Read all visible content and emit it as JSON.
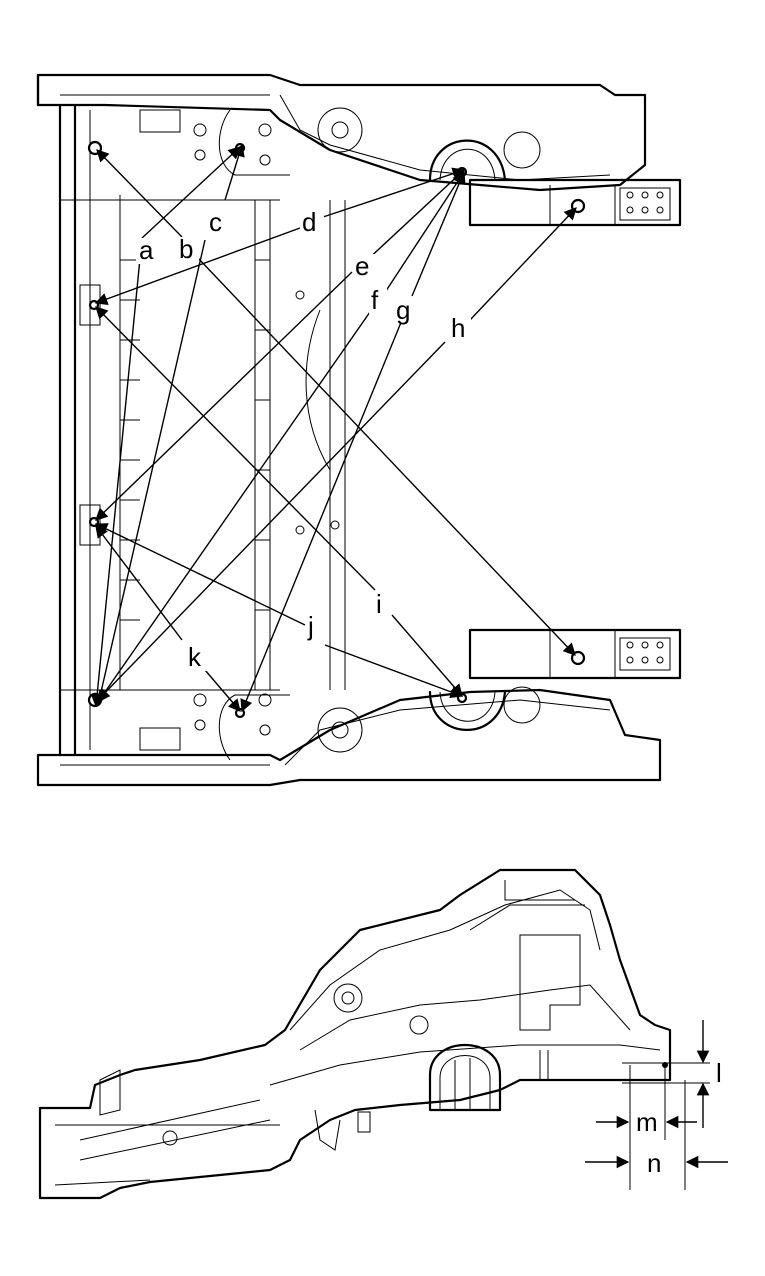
{
  "callouts": {
    "a": "a",
    "b": "b",
    "c": "c",
    "d": "d",
    "e": "e",
    "f": "f",
    "g": "g",
    "h": "h",
    "i": "i",
    "j": "j",
    "k": "k",
    "l": "l",
    "m": "m",
    "n": "n"
  }
}
